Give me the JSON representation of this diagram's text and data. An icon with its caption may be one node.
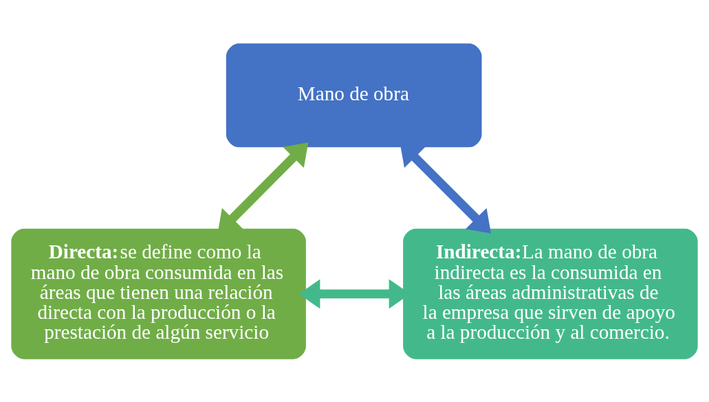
{
  "diagram": {
    "nodes": [
      {
        "text": [
          "Mano de obra"
        ]
      },
      {
        "text": [
          "Directa:",
          "se define como la mano de obra consumida en las áreas que tienen una relación directa con la producción o la prestación de algún servicio"
        ]
      },
      {
        "text": [
          "Indirecta:",
          "La mano de obra indirecta es la consumida en las áreas administrativas de la empresa que sirven de apoyo a la producción y al comercio."
        ]
      }
    ],
    "edges": [
      {
        "from": 1,
        "to": 0,
        "arrow": "both",
        "color": "#70ad47"
      },
      {
        "from": 2,
        "to": 0,
        "arrow": "both",
        "color": "#4472c4"
      },
      {
        "from": 1,
        "to": 2,
        "arrow": "both",
        "color": "#43b98b"
      }
    ]
  }
}
